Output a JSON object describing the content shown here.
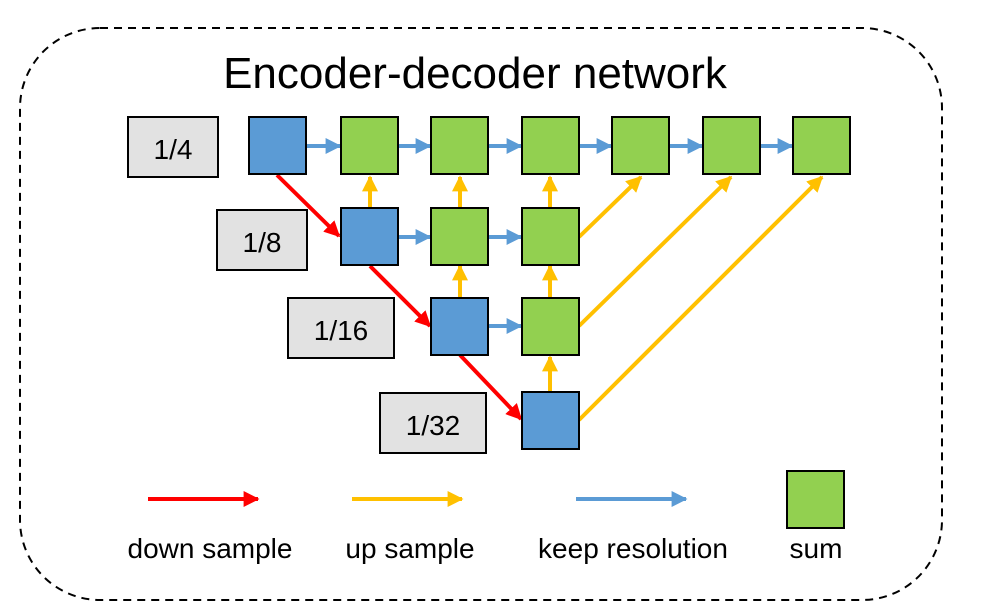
{
  "title": "Encoder-decoder network",
  "colors": {
    "encoder": "#5b9bd5",
    "sum": "#92d050",
    "down": "#ff0000",
    "up": "#ffc000",
    "keep": "#5b9bd5",
    "label_box": "#e2e2e2"
  },
  "scales": [
    {
      "label": "1/4"
    },
    {
      "label": "1/8"
    },
    {
      "label": "1/16"
    },
    {
      "label": "1/32"
    }
  ],
  "legend": {
    "down": "down sample",
    "up": "up sample",
    "keep": "keep resolution",
    "sum": "sum"
  }
}
